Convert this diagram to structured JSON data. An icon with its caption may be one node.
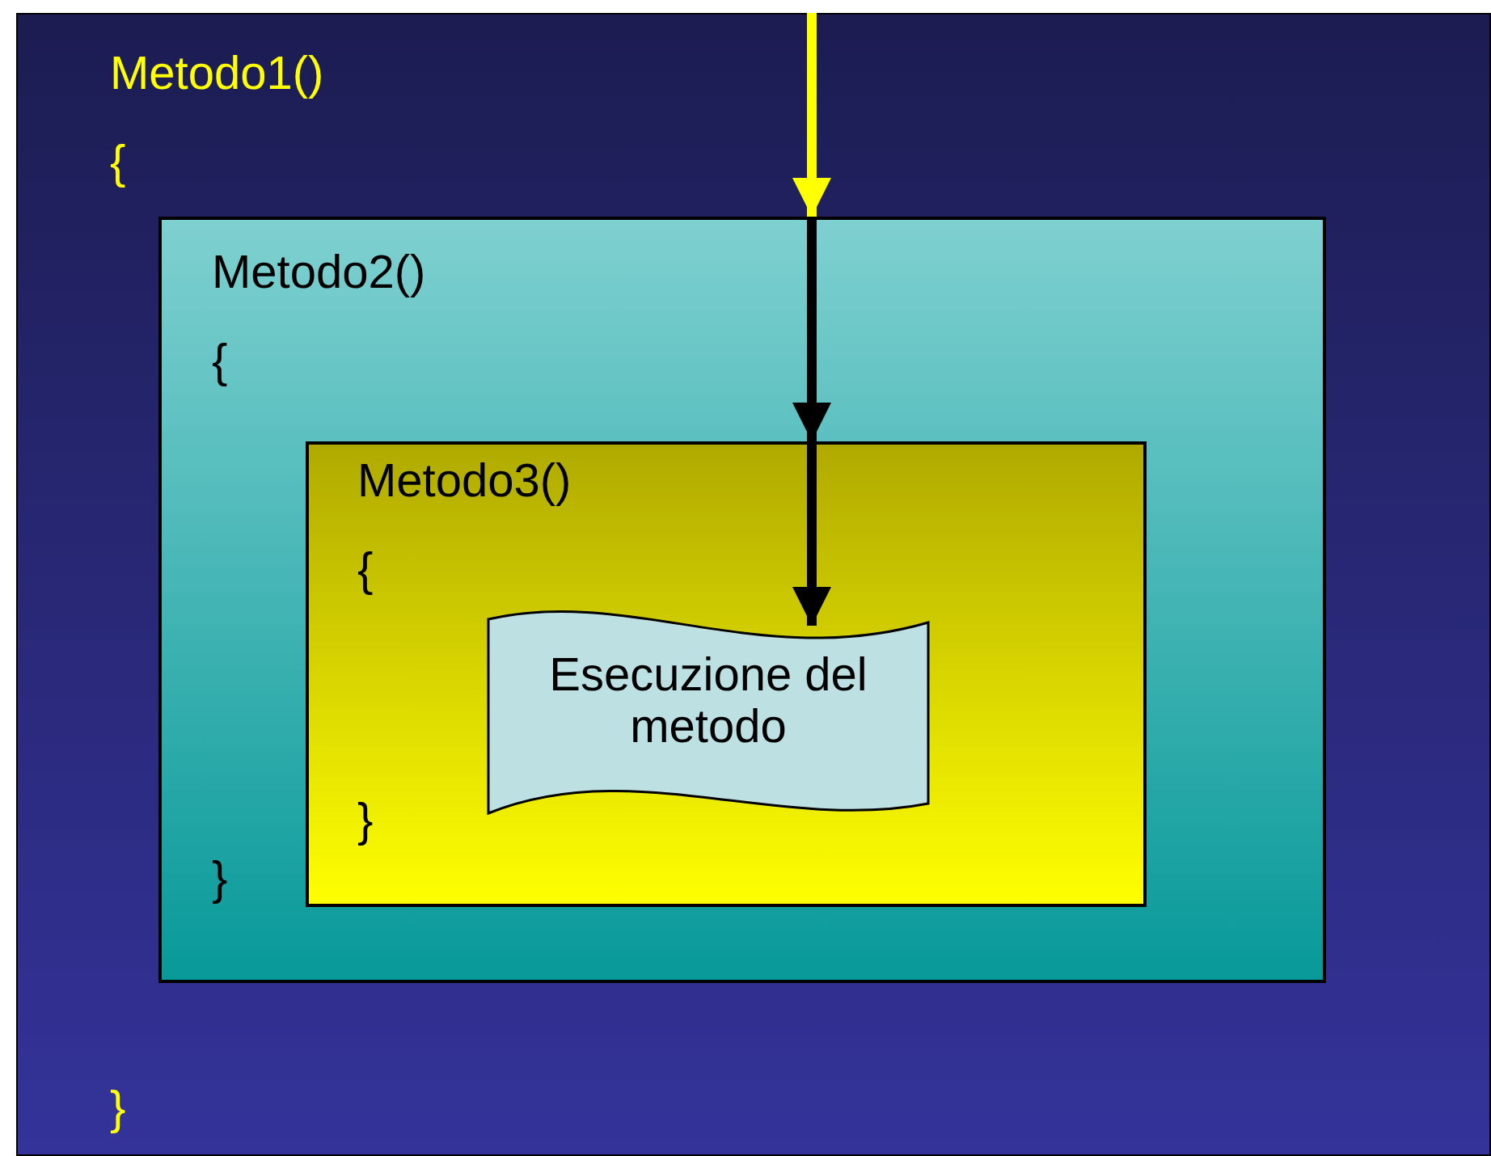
{
  "diagram": {
    "nodes": [
      {
        "text": [
          "Metodo1()",
          "{",
          "}"
        ]
      },
      {
        "text": [
          "Metodo2()",
          "{",
          "}"
        ],
        "in": 0
      },
      {
        "text": [
          "Metodo3()",
          "{",
          "}"
        ],
        "in": 1
      },
      {
        "text": [
          "Esecuzione del metodo"
        ],
        "in": 2
      }
    ],
    "edges": [
      {
        "from": null,
        "to": 1,
        "arrow": "to",
        "color": "#ffff00"
      },
      {
        "from": 1,
        "to": 2,
        "arrow": "to"
      },
      {
        "from": 2,
        "to": 3,
        "arrow": "to"
      }
    ]
  }
}
